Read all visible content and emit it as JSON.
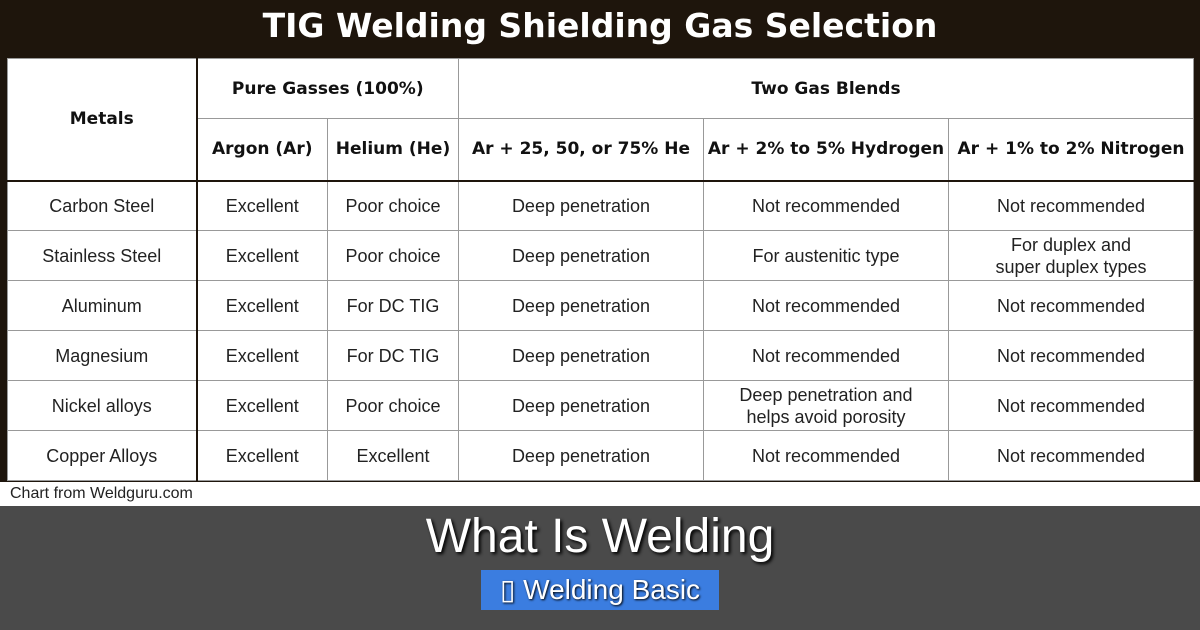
{
  "title": "TIG Welding Shielding Gas Selection",
  "headers": {
    "metals": "Metals",
    "pure": "Pure Gasses (100%)",
    "blends": "Two Gas Blends",
    "cols": [
      "Argon (Ar)",
      "Helium (He)",
      "Ar + 25, 50, or 75% He",
      "Ar + 2% to 5% Hydrogen",
      "Ar + 1% to 2% Nitrogen"
    ]
  },
  "rows": [
    [
      "Carbon Steel",
      "Excellent",
      "Poor choice",
      "Deep penetration",
      "Not recommended",
      "Not recommended"
    ],
    [
      "Stainless Steel",
      "Excellent",
      "Poor choice",
      "Deep penetration",
      "For austenitic type",
      "For duplex and super duplex types"
    ],
    [
      "Aluminum",
      "Excellent",
      "For DC TIG",
      "Deep penetration",
      "Not recommended",
      "Not recommended"
    ],
    [
      "Magnesium",
      "Excellent",
      "For DC TIG",
      "Deep penetration",
      "Not recommended",
      "Not recommended"
    ],
    [
      "Nickel alloys",
      "Excellent",
      "Poor choice",
      "Deep penetration",
      "Deep penetration and helps avoid porosity",
      "Not recommended"
    ],
    [
      "Copper Alloys",
      "Excellent",
      "Excellent",
      "Deep penetration",
      "Not recommended",
      "Not recommended"
    ]
  ],
  "footer": "Chart from Weldguru.com",
  "overlay": {
    "title": "What Is Welding",
    "badge_icon": "▯",
    "badge": "Welding Basic",
    "badge_color": "#3b7de0"
  }
}
